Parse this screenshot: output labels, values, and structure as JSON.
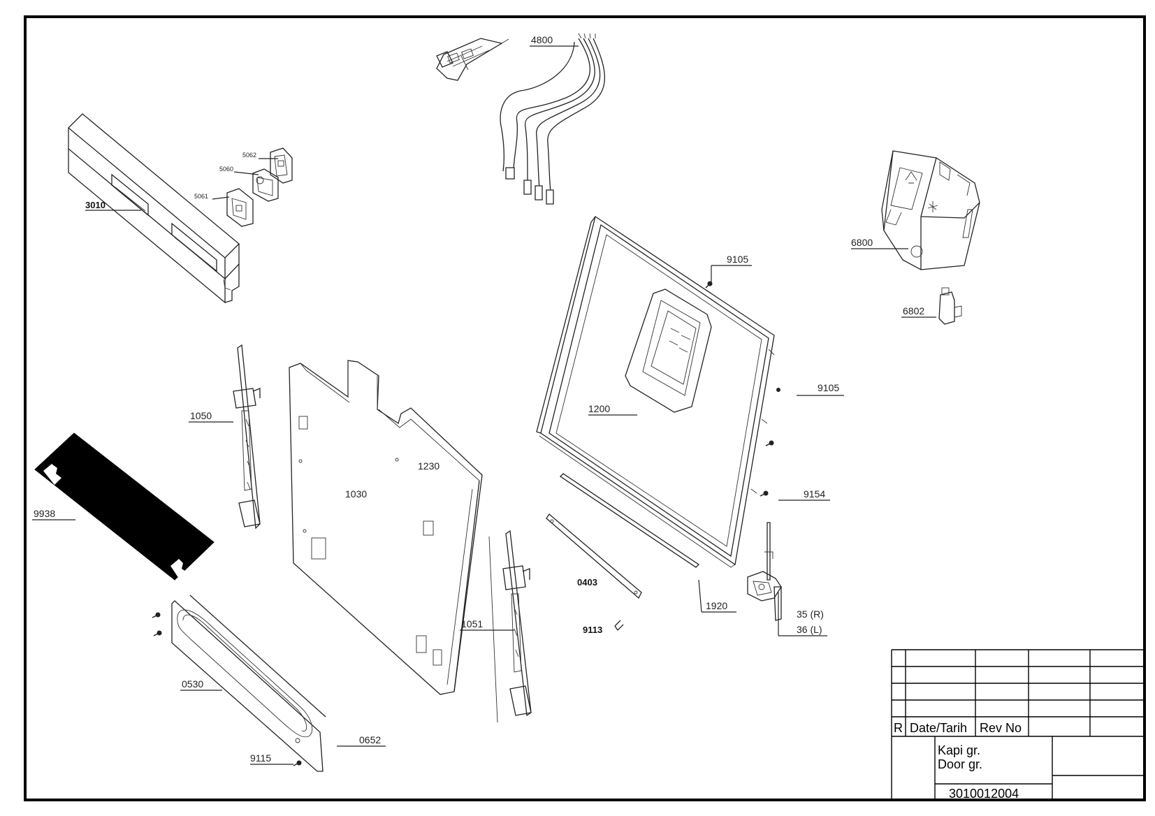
{
  "parts": [
    {
      "id": "p4800",
      "label": "4800"
    },
    {
      "id": "p5062",
      "label": "5062"
    },
    {
      "id": "p5060",
      "label": "5060"
    },
    {
      "id": "p5061",
      "label": "5061"
    },
    {
      "id": "p3010",
      "label": "3010"
    },
    {
      "id": "p9105a",
      "label": "9105"
    },
    {
      "id": "p6800",
      "label": "6800"
    },
    {
      "id": "p6802",
      "label": "6802"
    },
    {
      "id": "p9105b",
      "label": "9105"
    },
    {
      "id": "p1200",
      "label": "1200"
    },
    {
      "id": "p1050",
      "label": "1050"
    },
    {
      "id": "p1230",
      "label": "1230"
    },
    {
      "id": "p1030",
      "label": "1030"
    },
    {
      "id": "p9154",
      "label": "9154"
    },
    {
      "id": "p9938",
      "label": "9938"
    },
    {
      "id": "p0403",
      "label": "0403"
    },
    {
      "id": "p1920",
      "label": "1920"
    },
    {
      "id": "p35",
      "label": "35 (R)"
    },
    {
      "id": "p36",
      "label": "36 (L)"
    },
    {
      "id": "p1051",
      "label": "1051"
    },
    {
      "id": "p9113",
      "label": "9113"
    },
    {
      "id": "p0530",
      "label": "0530"
    },
    {
      "id": "p0652",
      "label": "0652"
    },
    {
      "id": "p9115",
      "label": "9115"
    }
  ],
  "title_block": {
    "rev_marker": "R",
    "date_header": "Date/Tarih",
    "rev_header": "Rev No",
    "title_line1": "Kapi gr.",
    "title_line2": "Door gr.",
    "drawing_number": "3010012004"
  }
}
